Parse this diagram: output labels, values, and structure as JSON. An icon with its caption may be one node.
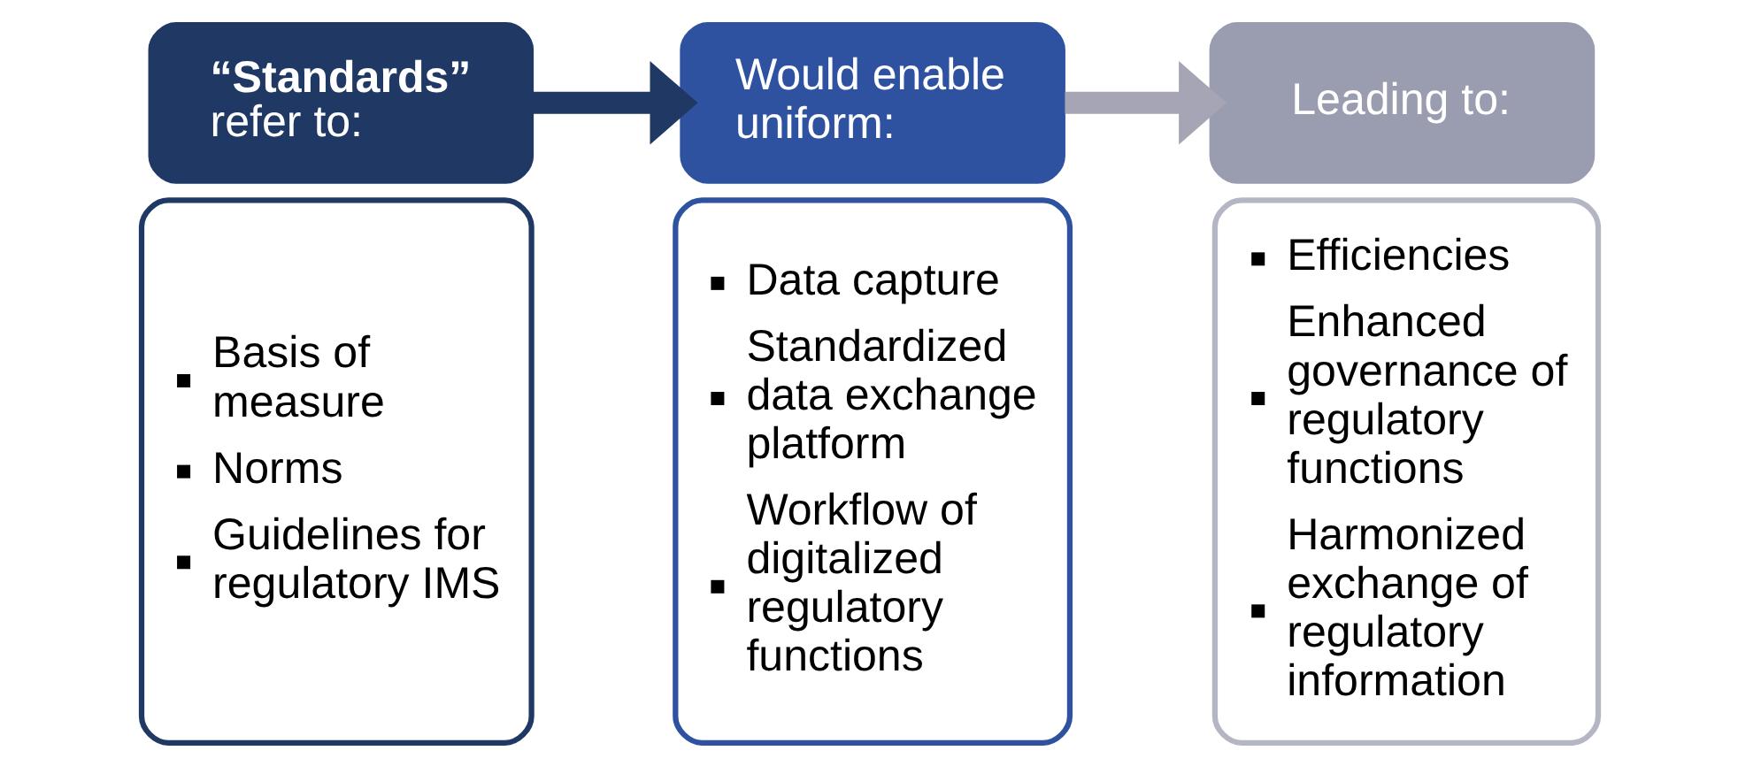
{
  "diagram": {
    "nodes": [
      {
        "text": [
          "**“Standards”** refer to:"
        ]
      },
      {
        "text": [
          "Basis of measure",
          "Norms",
          "Guidelines for regulatory IMS"
        ]
      },
      {
        "text": [
          "Would enable uniform:"
        ]
      },
      {
        "text": [
          "Data capture",
          "Standardized data exchange platform",
          "Workflow of digitalized regulatory functions"
        ]
      },
      {
        "text": [
          "Leading to:"
        ]
      },
      {
        "text": [
          "Efficiencies",
          "Enhanced governance of regulatory functions",
          "Harmonized exchange of regulatory information"
        ]
      }
    ],
    "edges": [
      {
        "from": 0,
        "to": 2,
        "arrow": "to",
        "color": "#1f3864"
      },
      {
        "from": 2,
        "to": 4,
        "arrow": "to",
        "color": "#a5a5b5"
      }
    ]
  }
}
